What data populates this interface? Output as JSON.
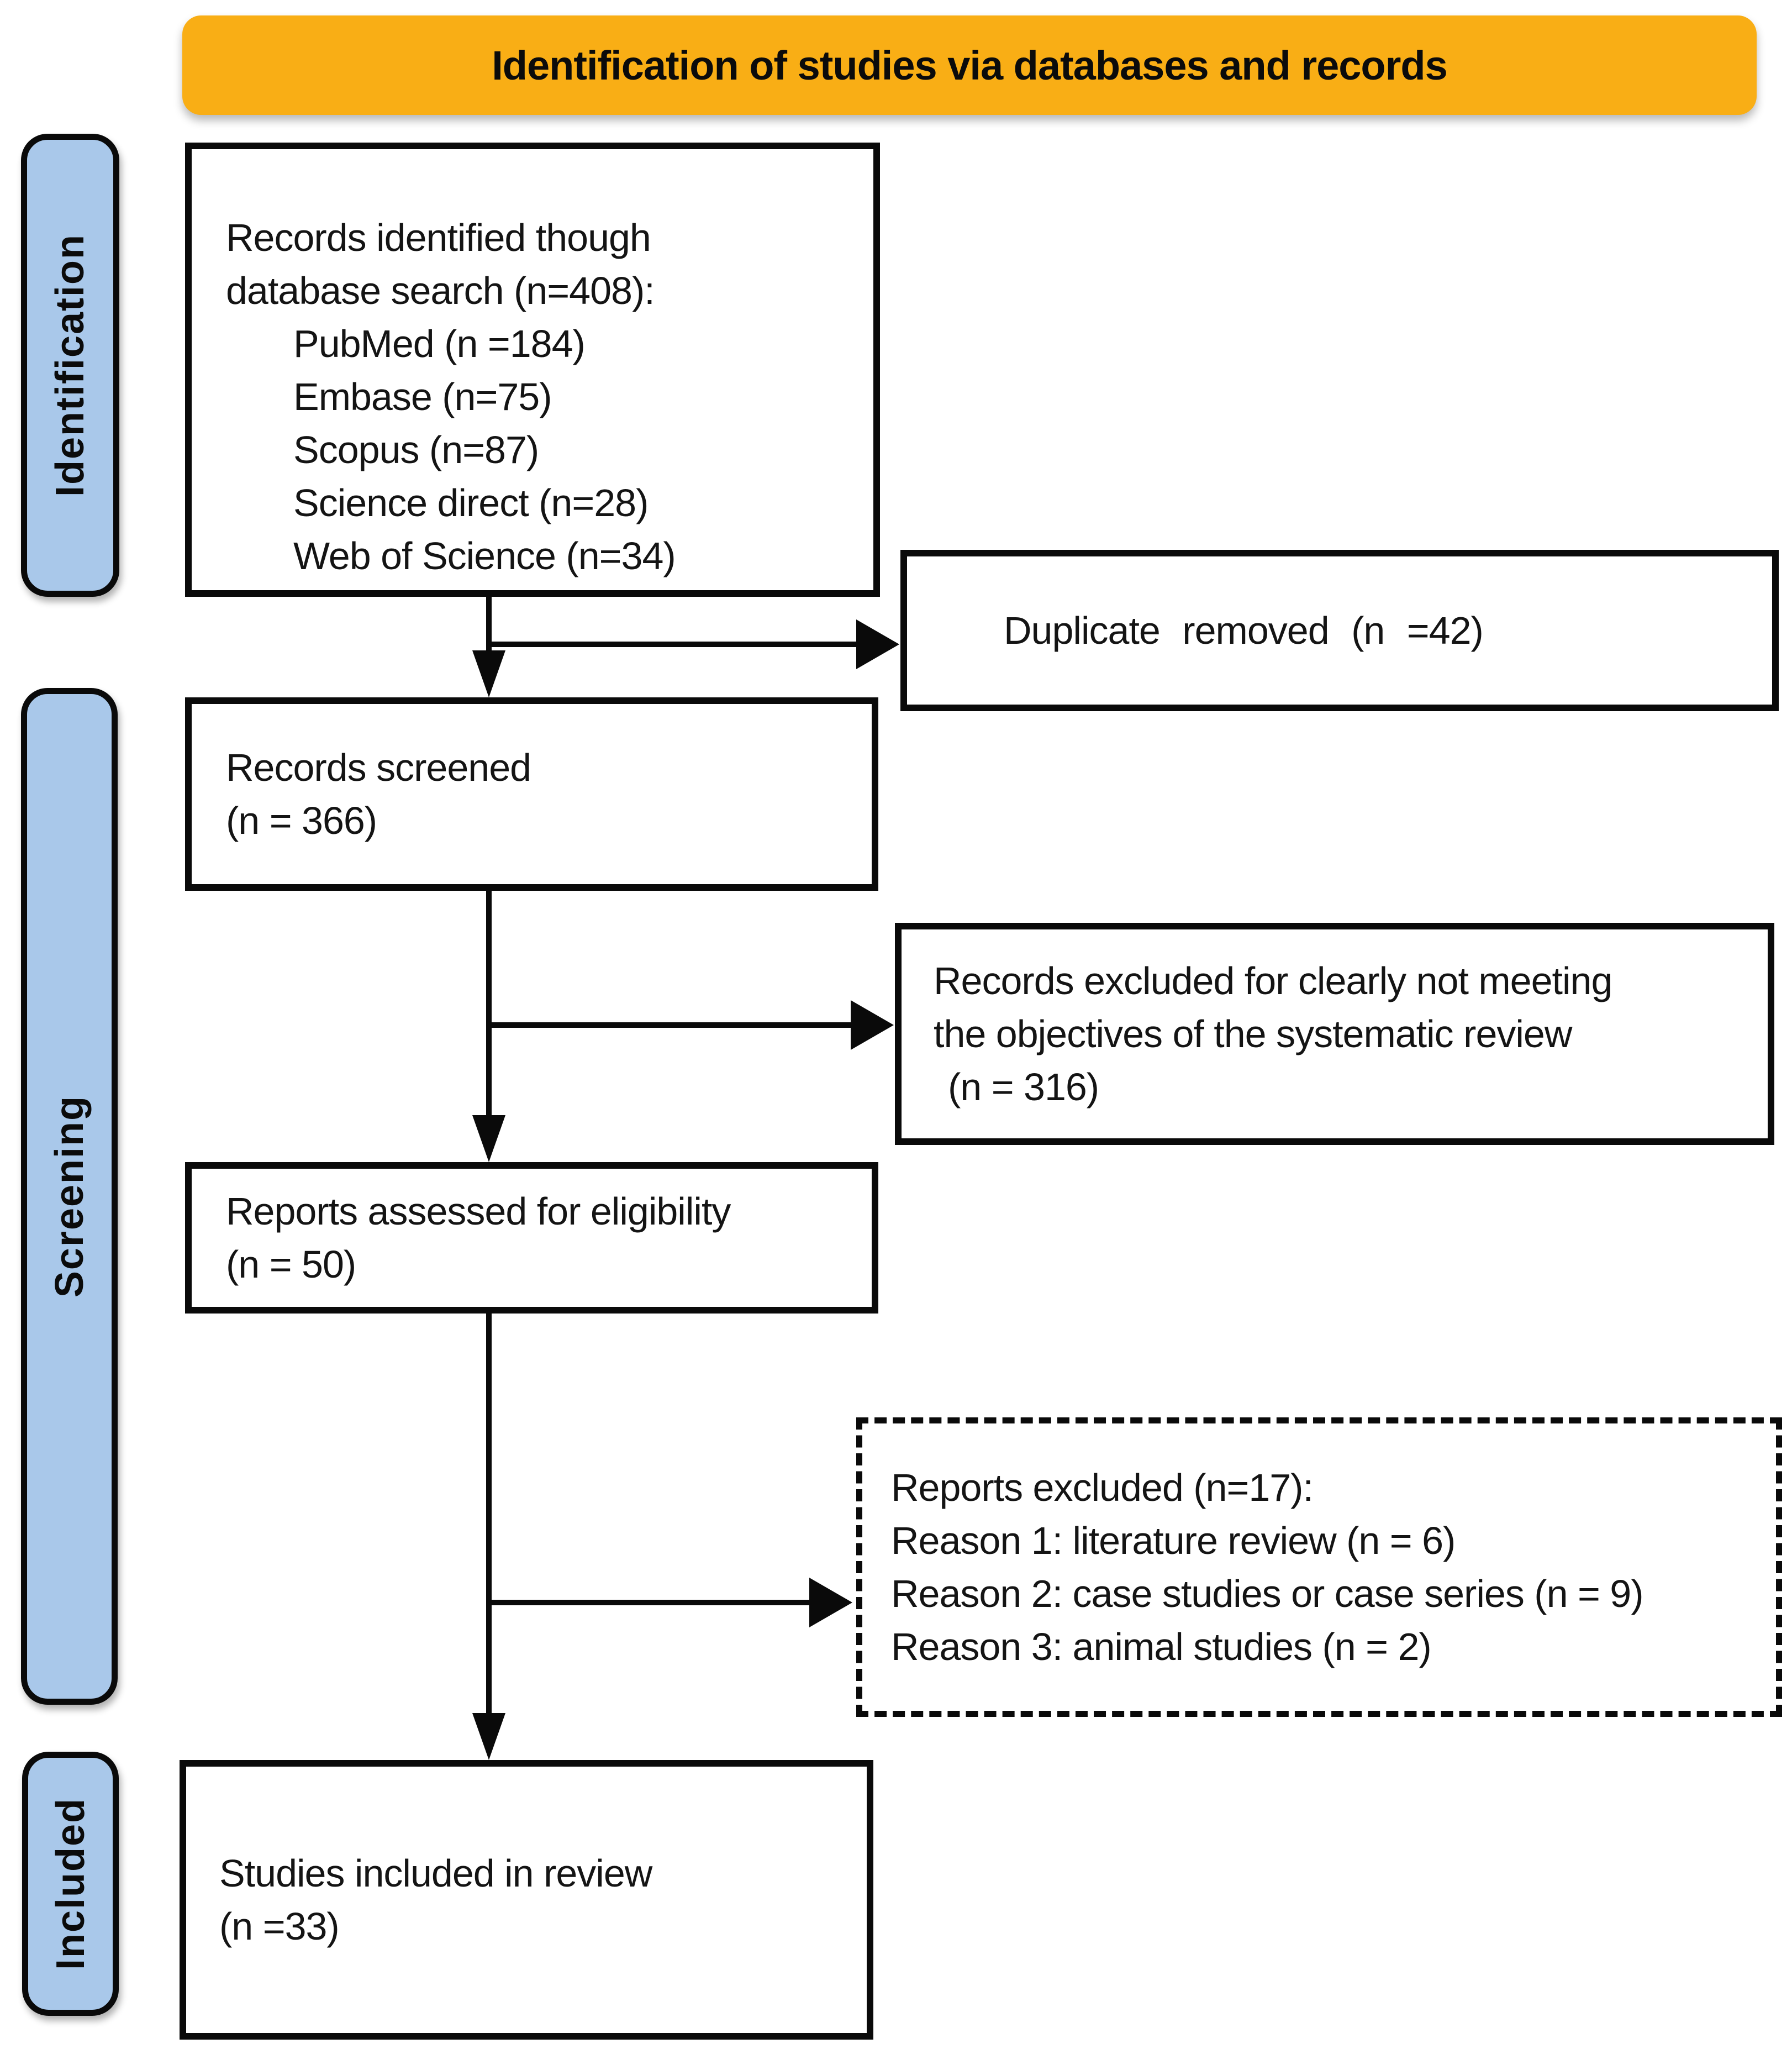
{
  "header": {
    "title": "Identification of studies via databases and records"
  },
  "stages": {
    "identification": "Identification",
    "screening": "Screening",
    "included": "Included"
  },
  "boxes": {
    "identified": {
      "line1": "Records identified though",
      "line2": "database search (n=408):",
      "items": [
        "PubMed (n =184)",
        "Embase (n=75)",
        "Scopus (n=87)",
        "Science direct (n=28)",
        "Web of Science (n=34)"
      ]
    },
    "duplicates": {
      "text": "Duplicate removed (n =42)"
    },
    "screened": {
      "line1": "Records screened",
      "line2": "(n = 366)"
    },
    "excluded": {
      "line1": "Records excluded for clearly not meeting",
      "line2": "the objectives of the systematic review",
      "line3": "(n = 316)"
    },
    "assessed": {
      "line1": "Reports assessed for eligibility",
      "line2": "(n = 50)"
    },
    "reports_excluded": {
      "line1": "Reports excluded (n=17):",
      "line2": "Reason 1: literature review (n = 6)",
      "line3": "Reason 2: case studies or case series (n = 9)",
      "line4": "Reason 3: animal studies (n = 2)"
    },
    "included": {
      "line1": "Studies included in review",
      "line2": "(n =33)"
    }
  },
  "colors": {
    "banner_fill": "#F9AE15",
    "stage_fill": "#A9C8EA",
    "box_fill": "#FFFFFF",
    "line_color": "#0A0A0A"
  }
}
